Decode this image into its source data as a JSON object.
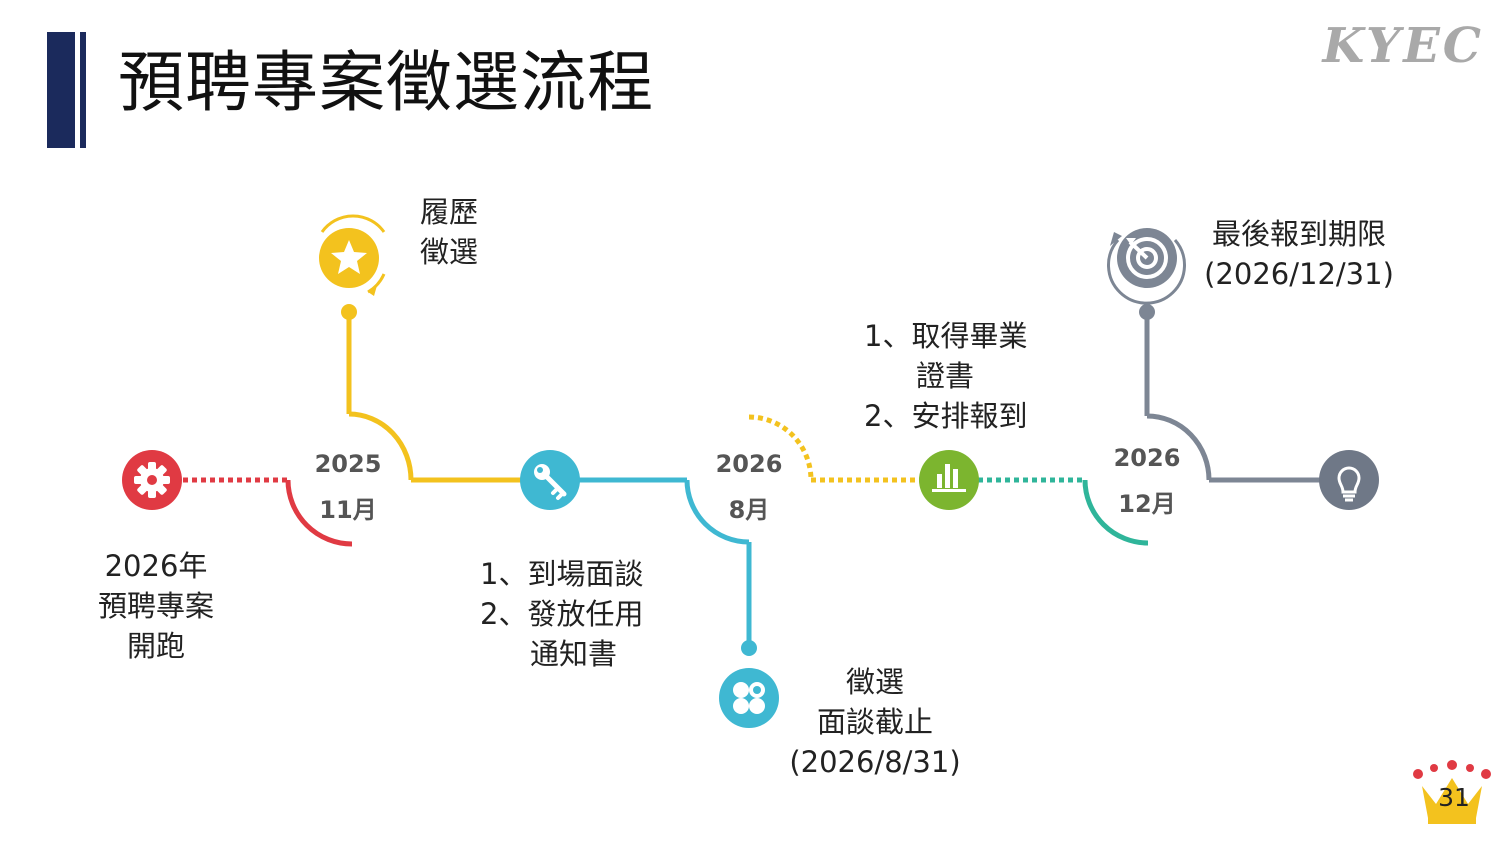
{
  "title": "預聘專案徵選流程",
  "logo": "KYEC",
  "page_number": "31",
  "years": [
    {
      "line1": "2025",
      "line2": "11月"
    },
    {
      "line1": "2026",
      "line2": "8月"
    },
    {
      "line1": "2026",
      "line2": "12月"
    }
  ],
  "milestones": {
    "start": {
      "line1": "2026年",
      "line2": "預聘專案",
      "line3": "開跑",
      "icon": "gear-icon",
      "color": "#e03a43"
    },
    "resume": {
      "line1": "履歷",
      "line2": "徵選",
      "icon": "star-icon",
      "color": "#f3c21e"
    },
    "interview": {
      "line1": "1、到場面談",
      "line2": "2、發放任用",
      "line3": "通知書",
      "icon": "key-icon",
      "color": "#3fb8d2"
    },
    "deadline": {
      "line1": "徵選",
      "line2": "面談截止",
      "line3": "(2026/8/31)",
      "icon": "clover-icon",
      "color": "#3fb8d2"
    },
    "graduation": {
      "line1": "1、取得畢業",
      "line2": "證書",
      "line3": "2、安排報到",
      "icon": "bar-chart-icon",
      "color": "#7cb52f"
    },
    "final": {
      "line1": "最後報到期限",
      "line2": "(2026/12/31)",
      "icon": "target-icon",
      "color": "#7d8694"
    },
    "end": {
      "icon": "lightbulb-icon",
      "color": "#6f7887"
    }
  },
  "colors": {
    "teal": "#2fb59a",
    "navy": "#1b2a5c"
  }
}
